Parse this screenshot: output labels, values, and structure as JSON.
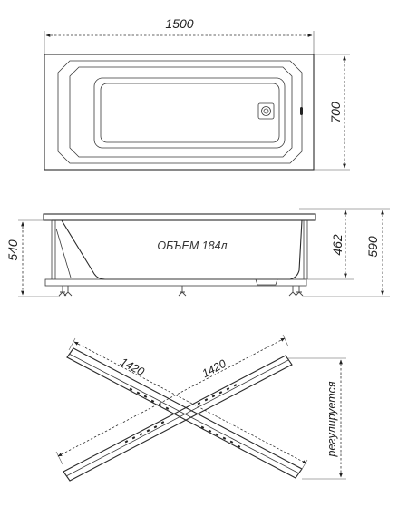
{
  "top_view": {
    "length_label": "1500",
    "width_label": "700"
  },
  "side_view": {
    "volume_label": "ОБЪЕМ 184л",
    "total_height_label": "540",
    "bath_depth_label": "462",
    "max_height_label": "590"
  },
  "frame_view": {
    "diagonal_a_label": "1420",
    "diagonal_b_label": "1420",
    "adjustable_label": "регулируется"
  }
}
